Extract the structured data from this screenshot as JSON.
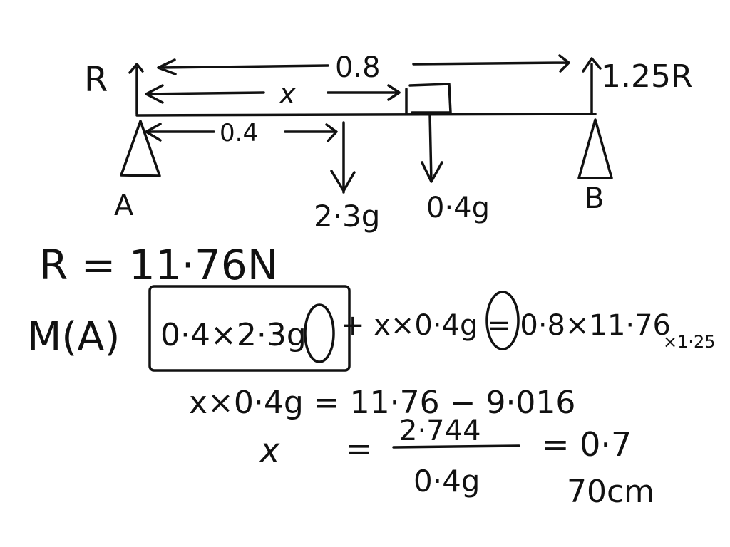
{
  "diagram": {
    "left_reaction": "R",
    "right_reaction": "1.25R",
    "span_length": "0.8",
    "block_distance": "x",
    "load_distance": "0.4",
    "support_a": "A",
    "support_b": "B",
    "load_1": "2·3g",
    "load_2": "0·4g"
  },
  "working": {
    "line1": "R = 11·76N",
    "moment_label": "M(A)",
    "boxed_term": "0·4×2·3g",
    "line2_rest": "+ x×0·4g = 0·8×11·76",
    "multiplier_note": "×1·25",
    "line3": "x×0·4g = 11·76 − 9·016",
    "line4_lhs": "x",
    "line4_eq": "=",
    "fraction_numerator": "2·744",
    "fraction_denominator": "0·4g",
    "line4_result": "= 0·7",
    "final_answer": "70cm"
  },
  "colors": {
    "ink": "#111111",
    "background": "#ffffff"
  }
}
